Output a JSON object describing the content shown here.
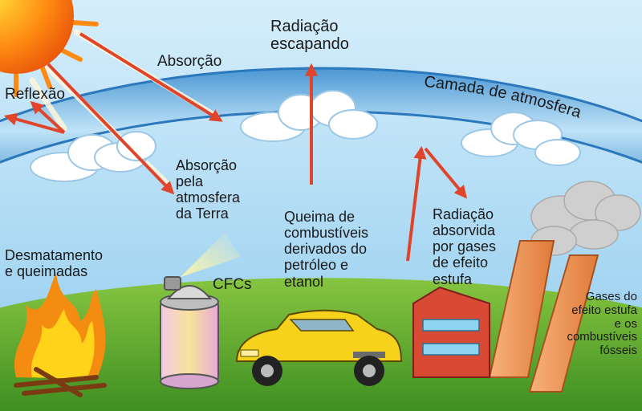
{
  "diagram": {
    "labels": {
      "absorcao": "Absorção",
      "reflexao": "Reflexão",
      "radiacao_escapando": "Radiação\nescapando",
      "camada": "Camada de atmosfera",
      "absorcao_terra": "Absorção\npela\natmosfera\nda Terra",
      "desmatamento": "Desmatamento\ne queimadas",
      "cfcs": "CFCs",
      "queima": "Queima de\ncombustíveis\nderivados do\npetróleo e\netanol",
      "radiacao_absorvida": "Radiação\nabsorvida\npor gases\nde efeito\nestufa",
      "gases": "Gases do\nefeito estufa\ne os\ncombustíveis\nfósseis"
    },
    "colors": {
      "sky": "#a9d8f0",
      "atmosphere_band": "#6fb3de",
      "ground": "#5aa832",
      "arrow": "#e0442a",
      "sun": "#ff9a1a",
      "car": "#f7d21c",
      "chimney": "#f09a55",
      "smoke": "#c8c8c8"
    }
  }
}
